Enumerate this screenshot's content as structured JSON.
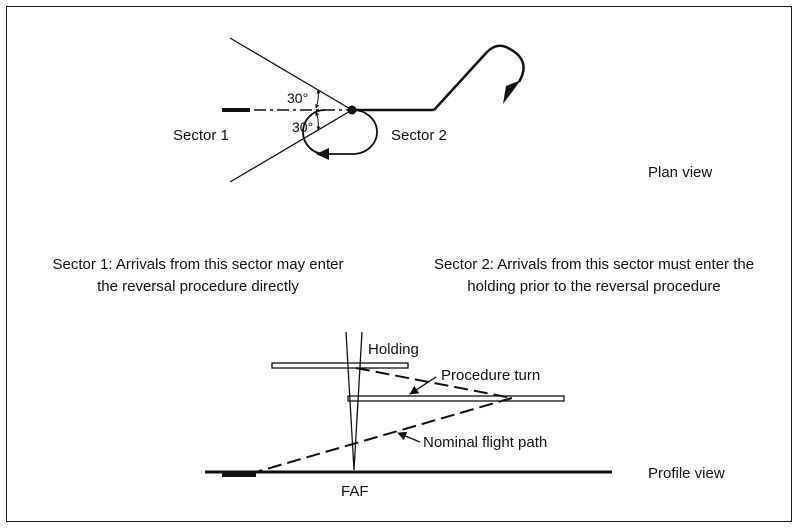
{
  "plan": {
    "sector1": "Sector 1",
    "sector2": "Sector 2",
    "angle_upper": "30°",
    "angle_lower": "30°",
    "view_label": "Plan view"
  },
  "captions": {
    "sector1_line1": "Sector 1: Arrivals from this sector may enter",
    "sector1_line2": "the reversal procedure directly",
    "sector2_line1": "Sector 2: Arrivals from this sector must enter the",
    "sector2_line2": "holding prior to the reversal procedure"
  },
  "profile": {
    "holding": "Holding",
    "procedure_turn": "Procedure turn",
    "nominal_flight_path": "Nominal flight path",
    "faf": "FAF",
    "view_label": "Profile view"
  }
}
